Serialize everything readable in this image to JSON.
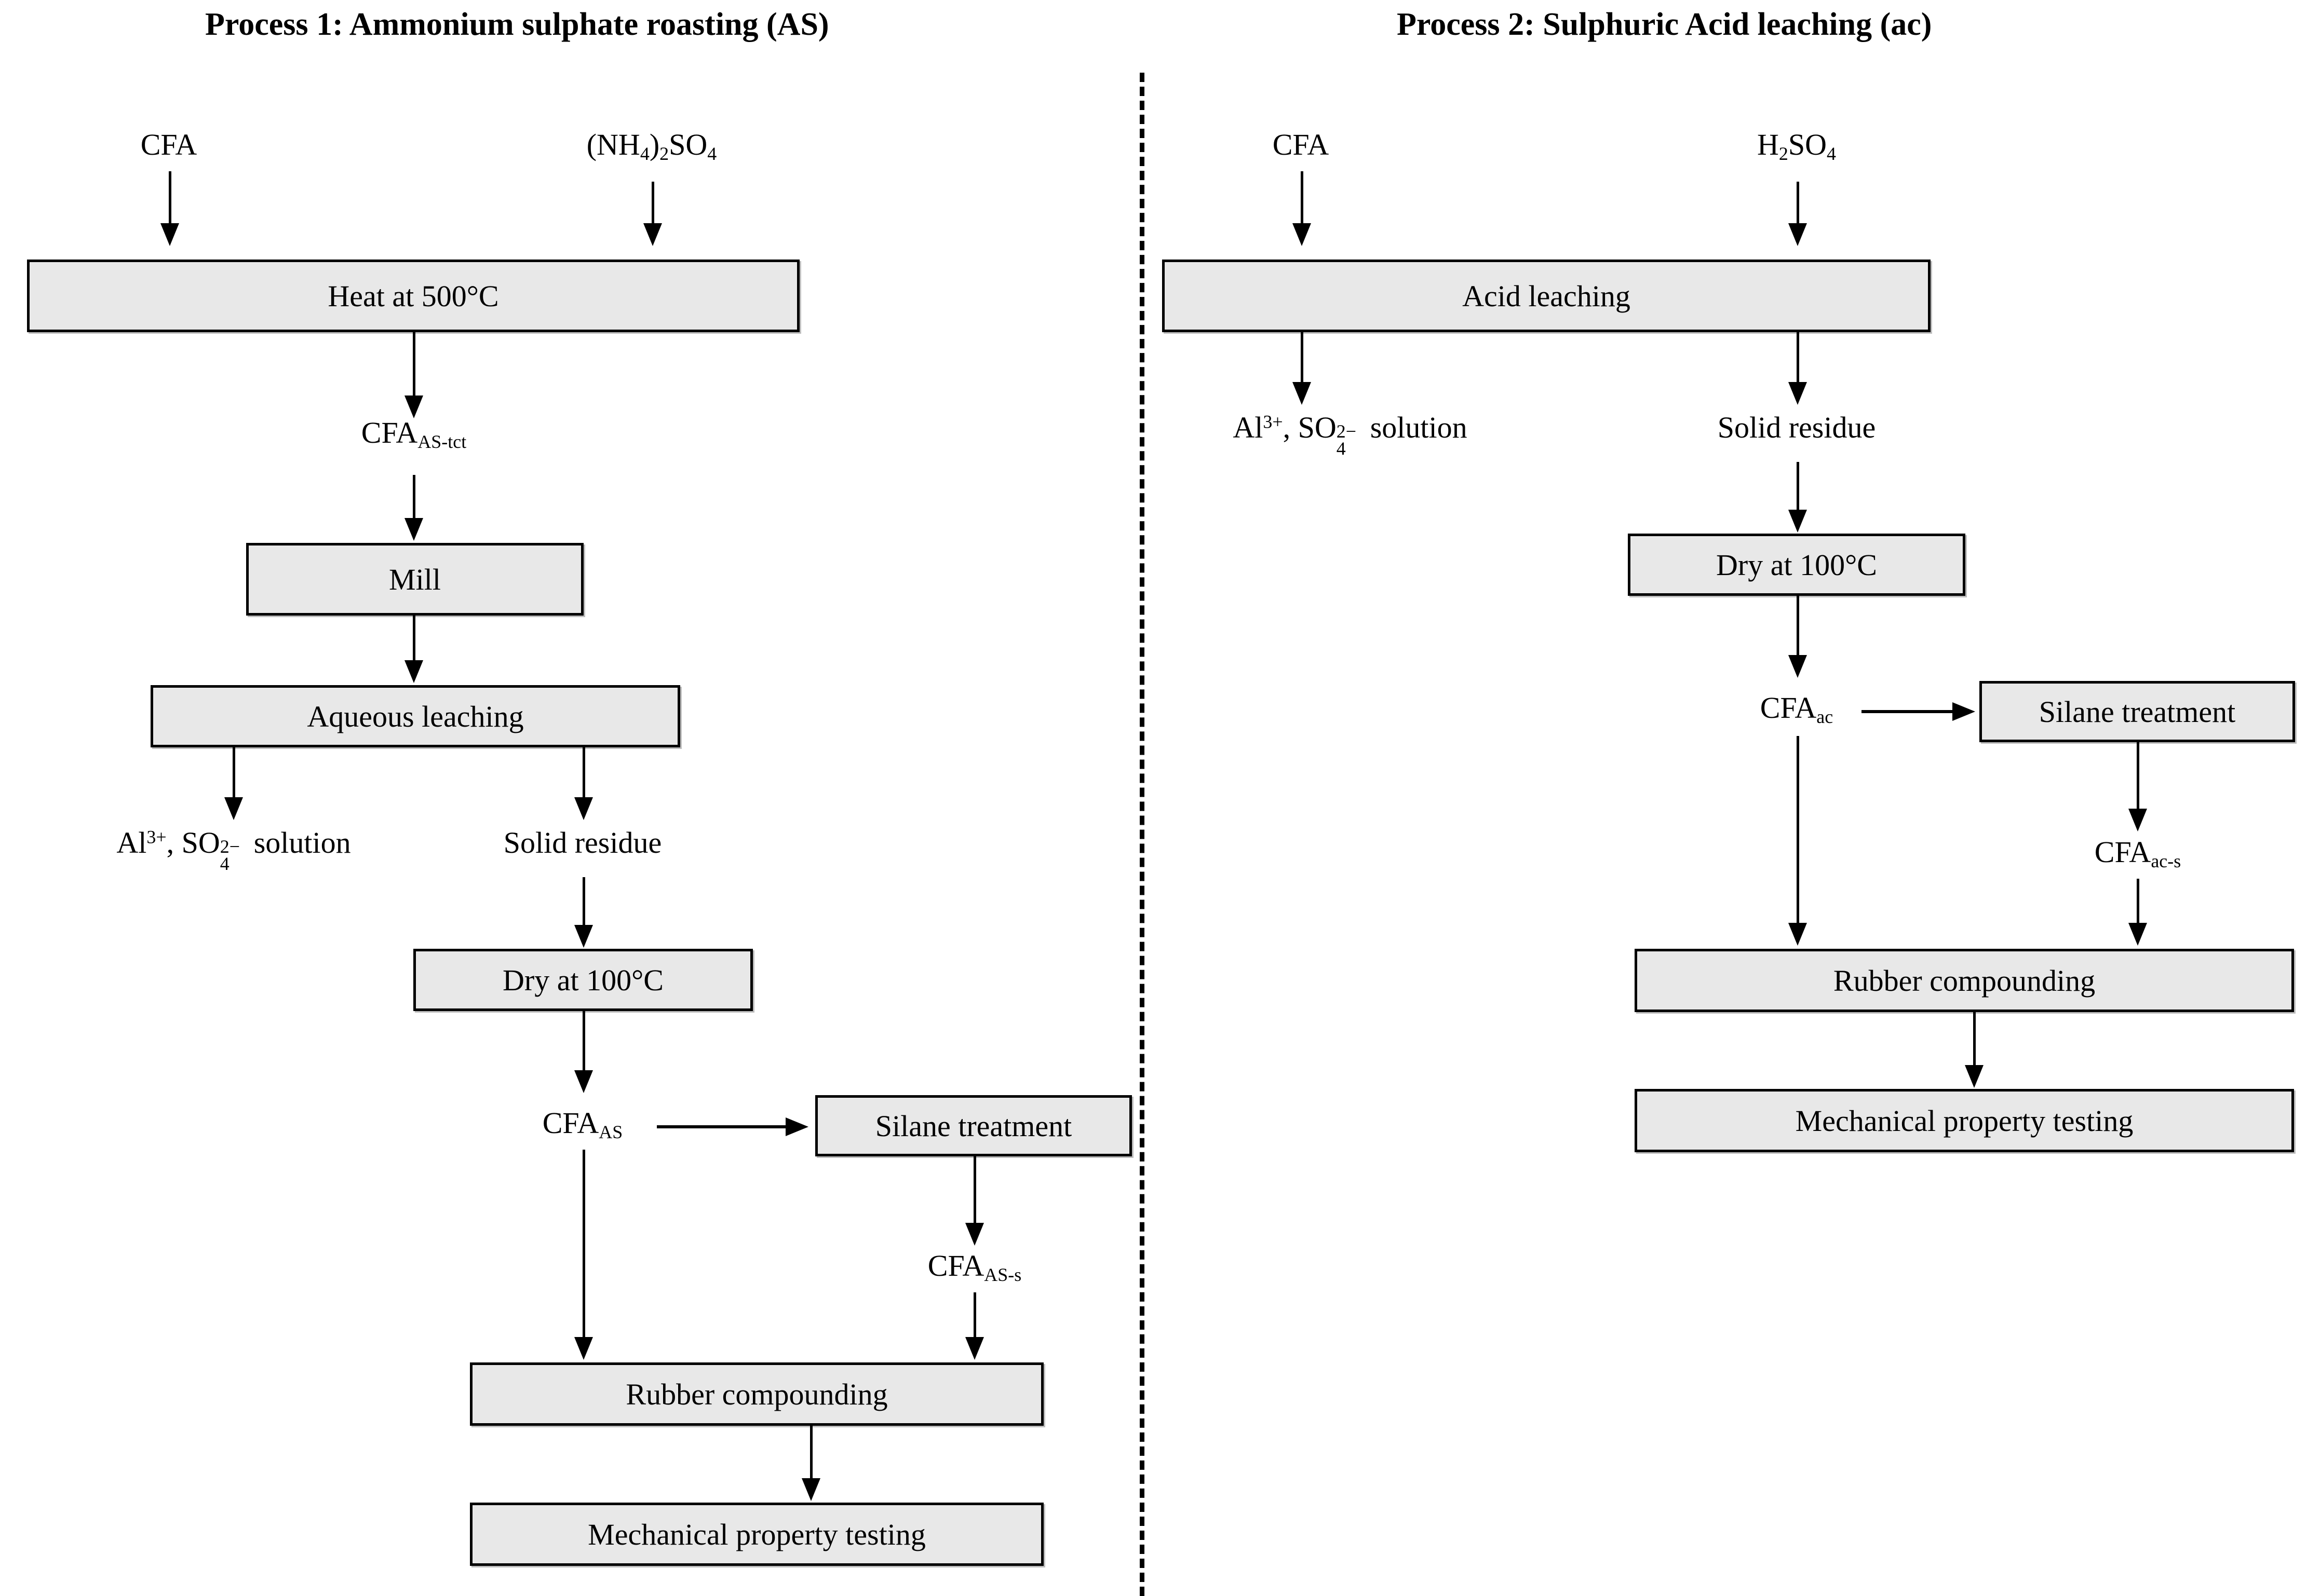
{
  "diagram": {
    "title_process_1": "Process 1: Ammonium sulphate roasting (AS)",
    "title_process_2": "Process 2: Sulphuric Acid leaching (ac)",
    "divider": "dashed-vertical-separator"
  },
  "process1": {
    "inputs": {
      "cfa": "CFA",
      "ammonium_sulphate": "(NH4)2SO4"
    },
    "boxes": {
      "heat": "Heat at 500°C",
      "mill": "Mill",
      "aqueous_leaching": "Aqueous leaching",
      "dry": "Dry at 100°C",
      "silane_treatment": "Silane treatment",
      "rubber_compounding": "Rubber compounding",
      "mechanical_testing": "Mechanical property testing"
    },
    "streams": {
      "cfa_as_tct": "CFA",
      "cfa_as_tct_sub": "AS-tct",
      "al_so4_solution": "Al3+, SO42- solution",
      "solid_residue": "Solid residue",
      "cfa_as": "CFA",
      "cfa_as_sub": "AS",
      "cfa_as_s": "CFA",
      "cfa_as_s_sub": "AS-s"
    }
  },
  "process2": {
    "inputs": {
      "cfa": "CFA",
      "sulphuric_acid": "H2SO4"
    },
    "boxes": {
      "acid_leaching": "Acid leaching",
      "dry": "Dry at 100°C",
      "silane_treatment": "Silane treatment",
      "rubber_compounding": "Rubber compounding",
      "mechanical_testing": "Mechanical property testing"
    },
    "streams": {
      "al_so4_solution": "Al3+, SO42- solution",
      "solid_residue": "Solid residue",
      "cfa_ac": "CFA",
      "cfa_ac_sub": "ac",
      "cfa_ac_s": "CFA",
      "cfa_ac_s_sub": "ac-s"
    }
  },
  "labels": {
    "al": "Al",
    "al_charge": "3+",
    "comma_so": ", SO",
    "so4_sup": "2−",
    "so4_sub": "4",
    "solution": " solution",
    "cfa": "CFA",
    "nh4_open": "(NH",
    "nh4_sub4": "4",
    "nh4_close2": ")",
    "nh4_sub2": "2",
    "nh4_so": "SO",
    "nh4_sub4b": "4",
    "h": "H",
    "h_sub2": "2",
    "so": "SO",
    "so_sub4": "4"
  },
  "colors": {
    "box_fill": "#e8e8e8",
    "box_border": "#000000",
    "text": "#000000",
    "background": "#ffffff"
  }
}
